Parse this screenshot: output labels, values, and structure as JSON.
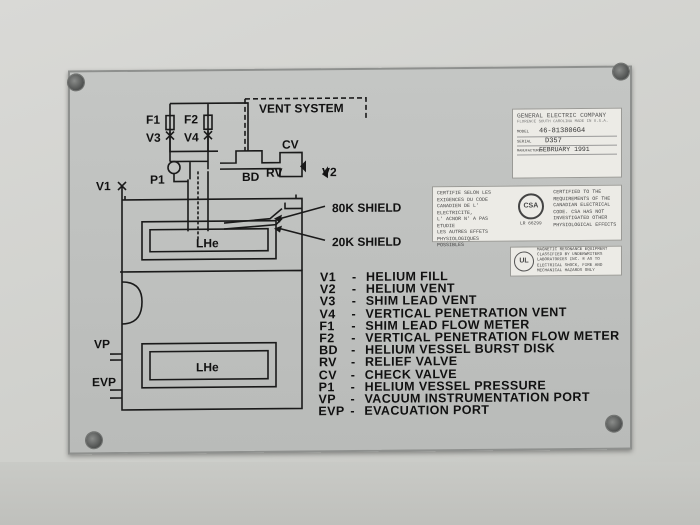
{
  "diagram": {
    "vent_system": "VENT SYSTEM",
    "f1": "F1",
    "f2": "F2",
    "v3": "V3",
    "v4": "V4",
    "p1": "P1",
    "v1": "V1",
    "cv": "CV",
    "rv": "RV",
    "bd": "BD",
    "v2": "V2",
    "lhe_top": "LHe",
    "lhe_bottom": "LHe",
    "shield_80k": "80K SHIELD",
    "shield_20k": "20K SHIELD",
    "vp": "VP",
    "evp": "EVP"
  },
  "legend": [
    {
      "abbr": "V1",
      "desc": "HELIUM FILL"
    },
    {
      "abbr": "V2",
      "desc": "HELIUM VENT"
    },
    {
      "abbr": "V3",
      "desc": "SHIM LEAD VENT"
    },
    {
      "abbr": "V4",
      "desc": "VERTICAL PENETRATION VENT"
    },
    {
      "abbr": "F1",
      "desc": "SHIM LEAD FLOW METER"
    },
    {
      "abbr": "F2",
      "desc": "VERTICAL PENETRATION FLOW METER"
    },
    {
      "abbr": "BD",
      "desc": "HELIUM VESSEL BURST DISK"
    },
    {
      "abbr": "RV",
      "desc": "RELIEF VALVE"
    },
    {
      "abbr": "CV",
      "desc": "CHECK VALVE"
    },
    {
      "abbr": "P1",
      "desc": "HELIUM VESSEL PRESSURE"
    },
    {
      "abbr": "VP",
      "desc": "VACUUM INSTRUMENTATION PORT"
    },
    {
      "abbr": "EVP",
      "desc": "EVACUATION PORT"
    }
  ],
  "legend_dash": "-",
  "ge_label": {
    "company": "GENERAL ELECTRIC COMPANY",
    "location": "FLORENCE  SOUTH CAROLINA   MADE IN U.S.A.",
    "model_label": "MODEL",
    "model": "46-813806G4",
    "serial_label": "SERIAL",
    "serial": "D357",
    "mfd_label": "MANUFACTURED",
    "mfd": "FEBRUARY  1991"
  },
  "csa_label": {
    "french": [
      "CERTIFIE SELON LES",
      "EXIGENCES DU CODE",
      "CANADIEN DE L' ELECTRICITE,",
      "L' ACNOR N' A PAS ETUDIE",
      "LES AUTRES EFFETS",
      "PHYSIOLOGIQUES POSSIBLES"
    ],
    "logo": "CSA",
    "number": "LR 66299",
    "english": [
      "CERTIFIED TO THE",
      "REQUIREMENTS OF THE",
      "CANADIAN ELECTRICAL",
      "CODE. CSA HAS NOT",
      "INVESTIGATED OTHER",
      "PHYSIOLOGICAL EFFECTS"
    ]
  },
  "ul_label": {
    "logo": "UL",
    "lines": [
      "MAGNETIC RESONANCE EQUIPMENT",
      "CLASSIFIED BY UNDERWRITERS",
      "LABORATORIES INC. ® AS TO",
      "ELECTRICAL SHOCK, FIRE AND",
      "MECHANICAL HAZARDS ONLY"
    ]
  }
}
